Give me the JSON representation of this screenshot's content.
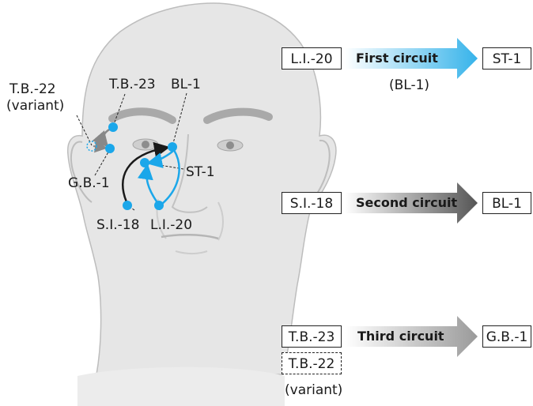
{
  "face_labels": {
    "tb22": "T.B.-22",
    "tb22_variant": "(variant)",
    "tb23": "T.B.-23",
    "bl1": "BL-1",
    "gb1": "G.B.-1",
    "st1": "ST-1",
    "si18": "S.I.-18",
    "li20": "L.I.-20"
  },
  "circuits": [
    {
      "from": "L.I.-20",
      "label": "First circuit",
      "to": "ST-1",
      "note": "(BL-1)",
      "color": "#36b3ea"
    },
    {
      "from": "S.I.-18",
      "label": "Second circuit",
      "to": "BL-1",
      "note": "",
      "color": "#555555"
    },
    {
      "from": "T.B.-23",
      "label": "Third circuit",
      "to": "G.B.-1",
      "note": "",
      "color": "#9a9a9a"
    }
  ],
  "third_circuit_variant": {
    "box": "T.B.-22",
    "note": "(variant)"
  },
  "colors": {
    "point": "#1ba7ea",
    "skin": "#e6e6e6",
    "outline": "#bfbfbf",
    "brow": "#a9a9a9"
  }
}
